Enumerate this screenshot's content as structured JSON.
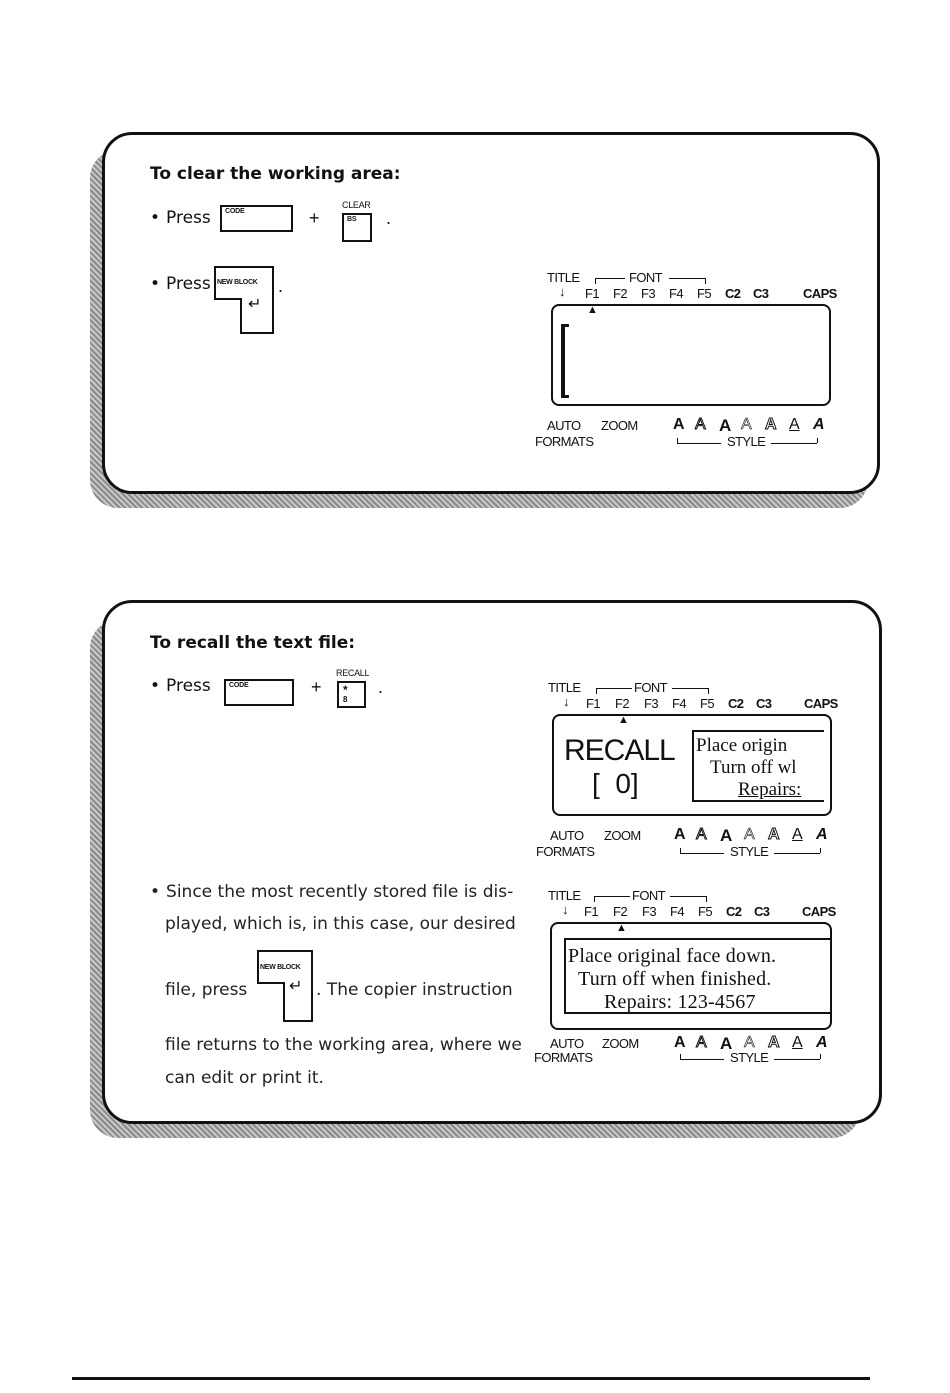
{
  "section1": {
    "heading": "To clear the working area:",
    "step1_press": "Press",
    "code_key": "CODE",
    "plus": "+",
    "clear_label": "CLEAR",
    "bs_key": "BS",
    "period": ".",
    "step2_press": "Press",
    "newblock_key": "NEW BLOCK",
    "enter_arrow": "↵"
  },
  "lcd_common": {
    "title": "TITLE",
    "font": "FONT",
    "f1": "F1",
    "f2": "F2",
    "f3": "F3",
    "f4": "F4",
    "f5": "F5",
    "c2": "C2",
    "c3": "C3",
    "caps": "CAPS",
    "auto": "AUTO",
    "zoom": "ZOOM",
    "formats": "FORMATS",
    "style": "STYLE",
    "style_glyphs": [
      "A",
      "A",
      "A",
      "A",
      "A",
      "A",
      "A"
    ]
  },
  "section2": {
    "heading": "To recall the text file:",
    "step1_press": "Press",
    "code_key": "CODE",
    "plus": "+",
    "recall_label": "RECALL",
    "key_star": "*",
    "key_8": "8",
    "period": ".",
    "recall_word": "RECALL",
    "recall_num": "[  0]",
    "preview_lines": [
      "Place origin",
      "Turn off wl",
      "Repairs:"
    ],
    "full_lines": [
      "Place original face down.",
      "Turn off when finished.",
      "Repairs: 123-4567"
    ],
    "para_line1": "Since the most recently stored file is dis-",
    "para_line2": "played, which is, in this case, our desired",
    "para_line3a": "file, press",
    "para_line3b": ". The copier instruction",
    "para_line4": "file returns to the working area, where we",
    "para_line5": "can edit or print it.",
    "newblock_key": "NEW BLOCK",
    "enter_arrow": "↵"
  }
}
